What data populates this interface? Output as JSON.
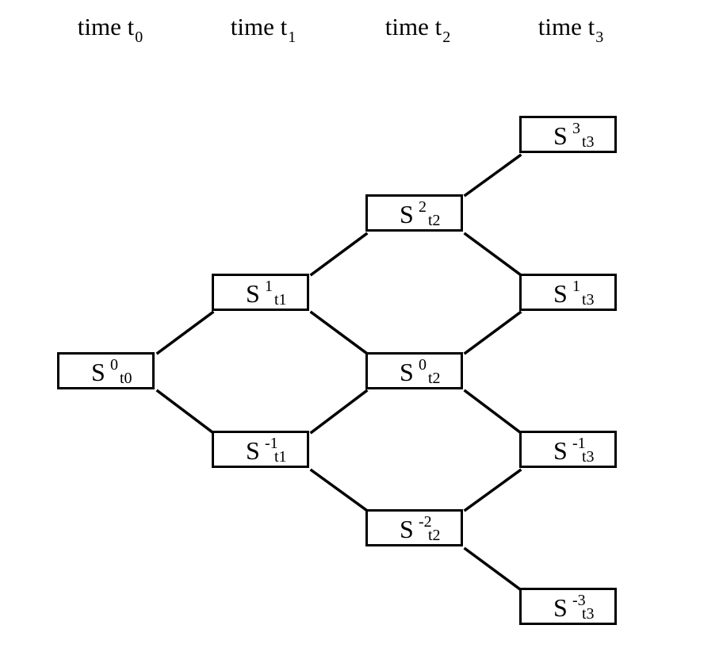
{
  "headers": [
    {
      "label": "time t",
      "sub": "0"
    },
    {
      "label": "time t",
      "sub": "1"
    },
    {
      "label": "time t",
      "sub": "2"
    },
    {
      "label": "time t",
      "sub": "3"
    }
  ],
  "nodes": [
    {
      "id": "s-0-t0",
      "base": "S",
      "sup": "0",
      "sub": "t0"
    },
    {
      "id": "s-1-t1",
      "base": "S",
      "sup": "1",
      "sub": "t1"
    },
    {
      "id": "s-m1-t1",
      "base": "S",
      "sup": "-1",
      "sub": "t1"
    },
    {
      "id": "s-2-t2",
      "base": "S",
      "sup": "2",
      "sub": "t2"
    },
    {
      "id": "s-0-t2",
      "base": "S",
      "sup": "0",
      "sub": "t2"
    },
    {
      "id": "s-m2-t2",
      "base": "S",
      "sup": "-2",
      "sub": "t2"
    },
    {
      "id": "s-3-t3",
      "base": "S",
      "sup": "3",
      "sub": "t3"
    },
    {
      "id": "s-1-t3",
      "base": "S",
      "sup": "1",
      "sub": "t3"
    },
    {
      "id": "s-m1-t3",
      "base": "S",
      "sup": "-1",
      "sub": "t3"
    },
    {
      "id": "s-m3-t3",
      "base": "S",
      "sup": "-3",
      "sub": "t3"
    }
  ],
  "edges": [
    [
      "s-0-t0",
      "s-1-t1"
    ],
    [
      "s-0-t0",
      "s-m1-t1"
    ],
    [
      "s-1-t1",
      "s-2-t2"
    ],
    [
      "s-1-t1",
      "s-0-t2"
    ],
    [
      "s-m1-t1",
      "s-0-t2"
    ],
    [
      "s-m1-t1",
      "s-m2-t2"
    ],
    [
      "s-2-t2",
      "s-3-t3"
    ],
    [
      "s-2-t2",
      "s-1-t3"
    ],
    [
      "s-0-t2",
      "s-1-t3"
    ],
    [
      "s-0-t2",
      "s-m1-t3"
    ],
    [
      "s-m2-t2",
      "s-m1-t3"
    ],
    [
      "s-m2-t2",
      "s-m3-t3"
    ]
  ]
}
